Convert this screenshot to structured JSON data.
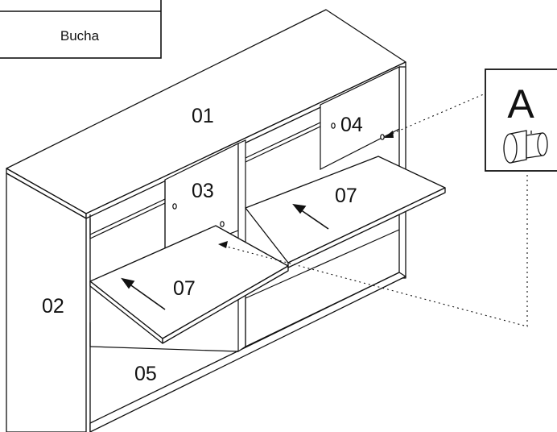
{
  "legend": {
    "item_label": "Bucha"
  },
  "callout": {
    "letter": "A",
    "icon": "dowel-bushing-icon"
  },
  "parts": {
    "top_panel": "01",
    "side_panel": "02",
    "left_divider": "03",
    "right_divider": "04",
    "bottom_shelf": "05",
    "left_door": "07",
    "right_door": "07"
  },
  "colors": {
    "line": "#111111",
    "background": "#ffffff"
  }
}
